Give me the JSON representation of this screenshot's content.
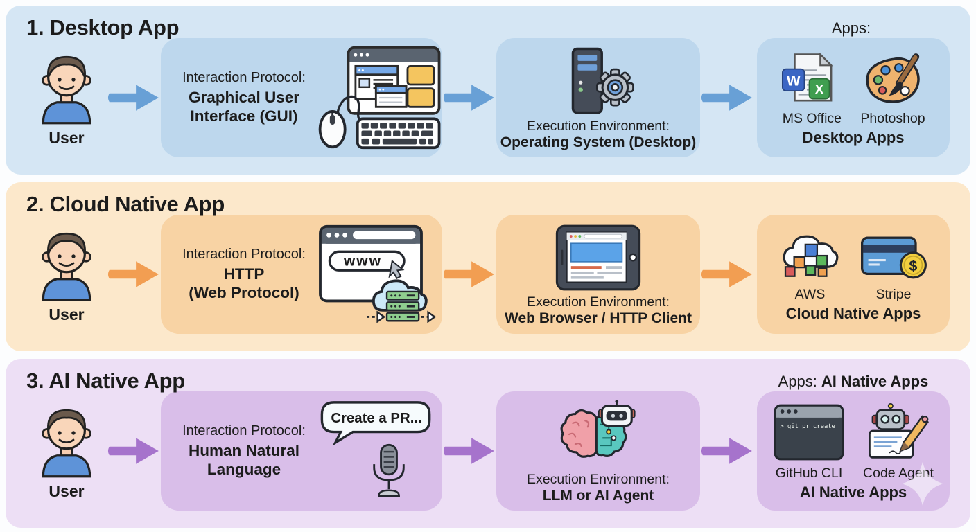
{
  "rows": [
    {
      "title": "1. Desktop App",
      "user_label": "User",
      "colors": {
        "panel": "#d5e6f4",
        "box": "#bdd7ed",
        "arrow": "#68a0d6"
      },
      "interaction": {
        "label": "Interaction Protocol:",
        "line1": "Graphical User",
        "line2": "Interface (GUI)"
      },
      "execution": {
        "label": "Execution Environment:",
        "value": "Operating System (Desktop)"
      },
      "apps": {
        "header_prefix": "Apps:",
        "header_bold": "",
        "items": [
          {
            "label": "MS Office"
          },
          {
            "label": "Photoshop"
          }
        ],
        "group_label": "Desktop Apps"
      }
    },
    {
      "title": "2. Cloud Native App",
      "user_label": "User",
      "colors": {
        "panel": "#fce8cb",
        "box": "#f8d3a4",
        "arrow": "#f29e52"
      },
      "interaction": {
        "label": "Interaction Protocol:",
        "line1": "HTTP",
        "line2": "(Web Protocol)"
      },
      "execution": {
        "label": "Execution Environment:",
        "value": "Web Browser / HTTP Client"
      },
      "apps": {
        "header_prefix": "",
        "header_bold": "",
        "items": [
          {
            "label": "AWS"
          },
          {
            "label": "Stripe"
          }
        ],
        "group_label": "Cloud Native Apps"
      }
    },
    {
      "title": "3. AI Native App",
      "user_label": "User",
      "colors": {
        "panel": "#eddff5",
        "box": "#d9bee9",
        "arrow": "#a673cc"
      },
      "interaction": {
        "label": "Interaction Protocol:",
        "line1": "Human Natural",
        "line2": "Language",
        "speech_text": "Create a PR..."
      },
      "execution": {
        "label": "Execution Environment:",
        "value": "LLM or AI Agent"
      },
      "apps": {
        "header_prefix": "Apps:",
        "header_bold": "AI Native Apps",
        "items": [
          {
            "label": "GitHub CLI",
            "terminal_text": "> git pr create"
          },
          {
            "label": "Code Agent"
          }
        ],
        "group_label": "AI Native Apps"
      }
    }
  ],
  "icon_texts": {
    "www": "www",
    "dollar": "$",
    "office_w": "W",
    "office_x": "X"
  }
}
